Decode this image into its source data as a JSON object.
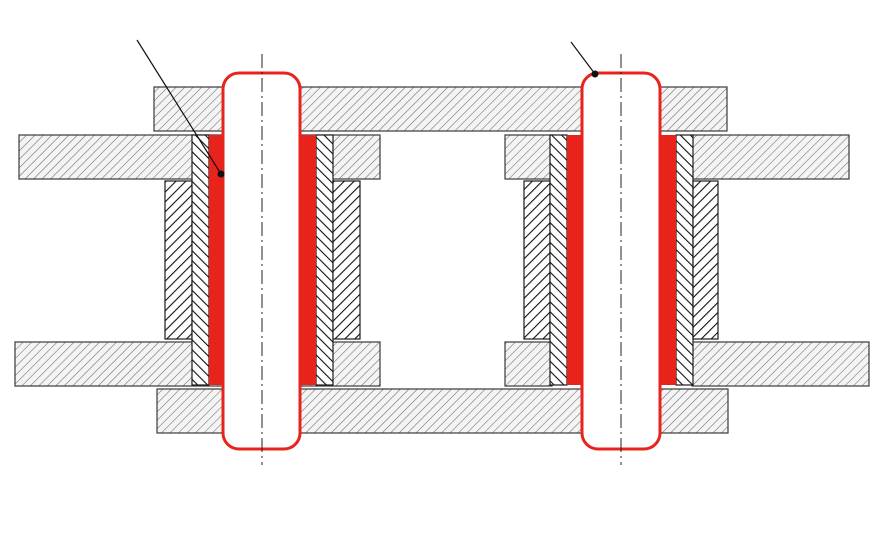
{
  "colors": {
    "accent_red": "#e8231c",
    "hatch_stroke": "#6b6b6b",
    "plate_fill": "#f2f2f2",
    "line": "#1a1a1a",
    "background": "#ffffff"
  },
  "components": {
    "outer_plates": 2,
    "inner_plates": 2,
    "pins": 2,
    "bushings": 4,
    "rollers": 4
  },
  "leader_lines": 2
}
